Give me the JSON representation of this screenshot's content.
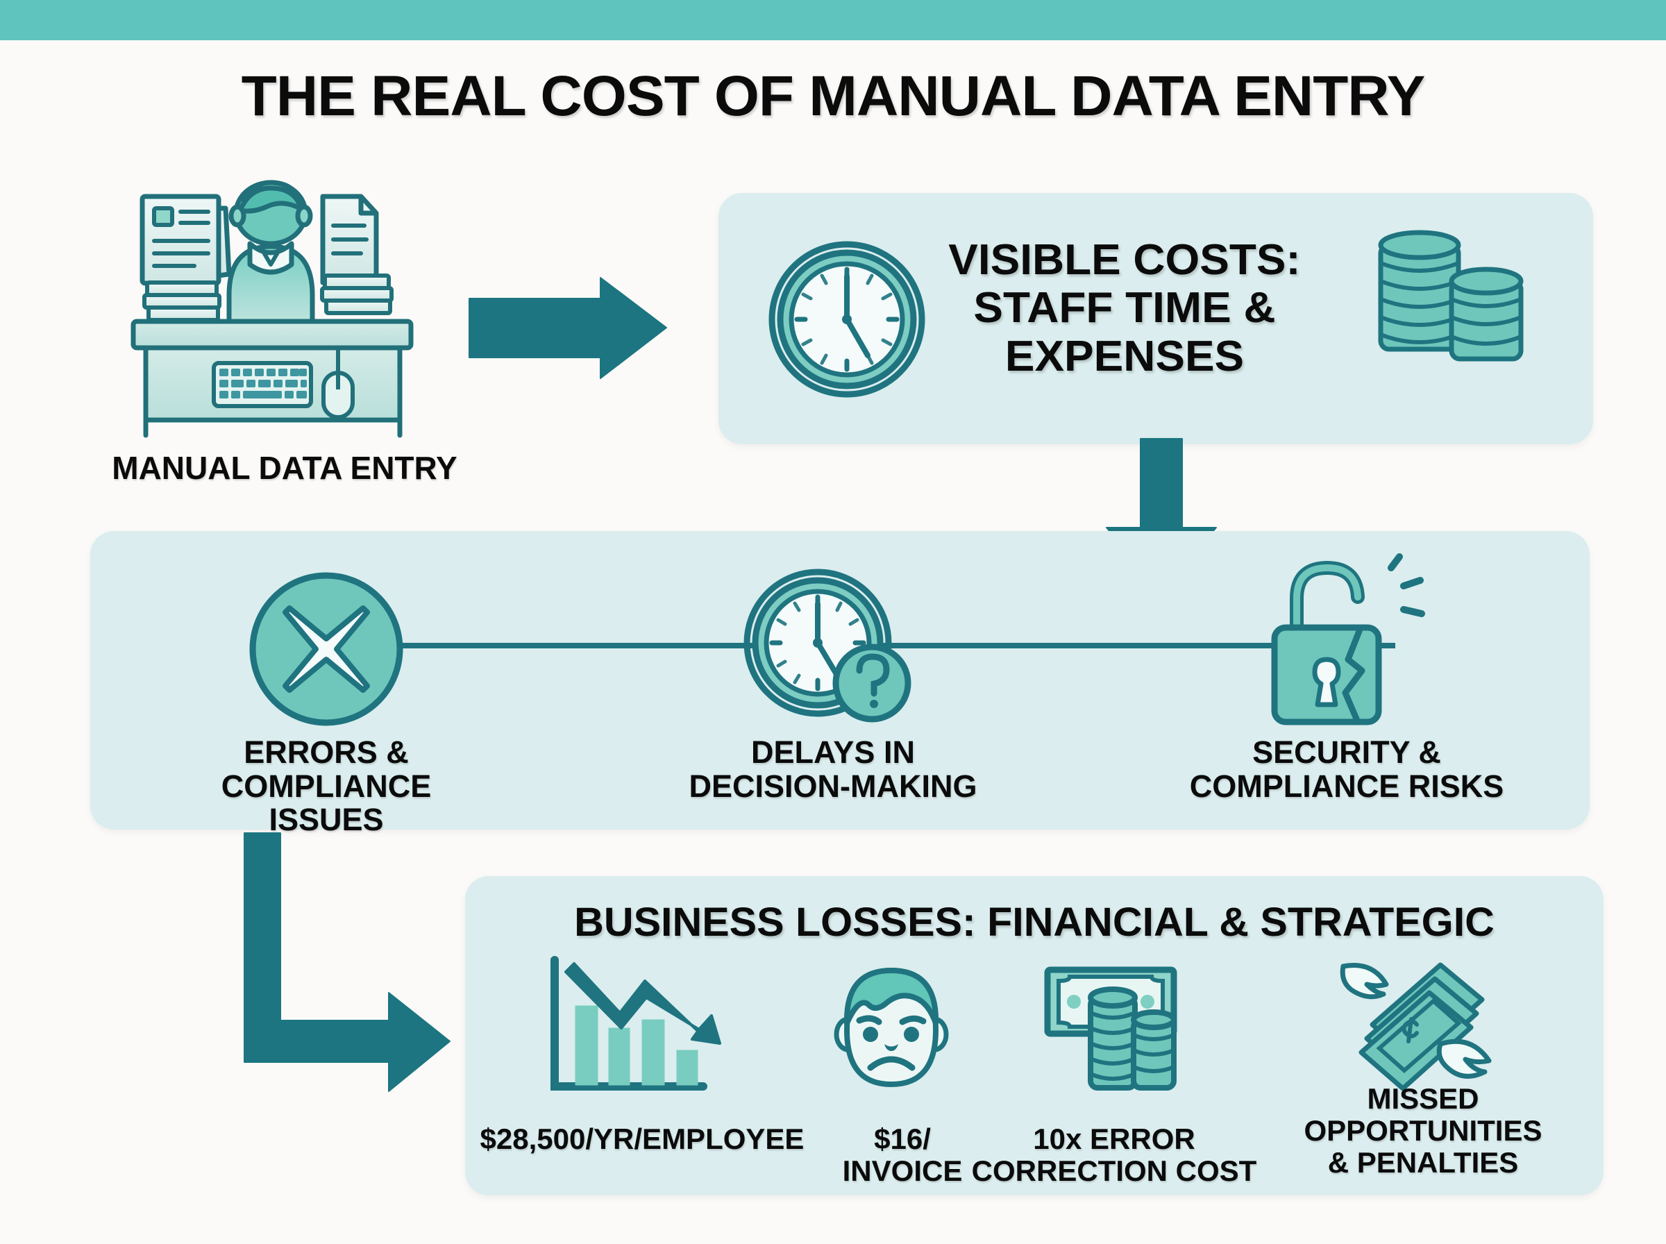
{
  "page": {
    "title": "THE REAL COST OF MANUAL DATA ENTRY",
    "banner_color": "#5ec4bd",
    "card_color": "#dbedee",
    "accent_dark": "#16707a",
    "accent_mid": "#59bdb0",
    "background": "#fbfaf8"
  },
  "source_node": {
    "icon": "desk-worker-icon",
    "label": "MANUAL DATA ENTRY"
  },
  "visible_costs_box": {
    "icons": [
      "clock-icon",
      "coin-stack-icon"
    ],
    "line1": "VISIBLE COSTS:",
    "line2": "STAFF TIME &",
    "line3": "EXPENSES"
  },
  "middle_band": {
    "nodes": [
      {
        "icon": "x-circle-icon",
        "line1": "ERRORS &",
        "line2": "COMPLIANCE ISSUES"
      },
      {
        "icon": "clock-question-icon",
        "line1": "DELAYS IN",
        "line2": "DECISION-MAKING"
      },
      {
        "icon": "broken-padlock-icon",
        "line1": "SECURITY &",
        "line2": "COMPLIANCE RISKS"
      }
    ]
  },
  "business_losses_box": {
    "heading": "BUSINESS LOSSES: FINANCIAL & STRATEGIC",
    "stats": [
      {
        "icon": "declining-bar-chart-icon",
        "line1": "$28,500/YR/EMPLOYEE",
        "line2": "",
        "line3": ""
      },
      {
        "icon": "angry-face-icon",
        "line1": "$16/",
        "line2": "INVOICE",
        "line3": ""
      },
      {
        "icon": "cash-coins-icon",
        "line1": "10x ERROR",
        "line2": "CORRECTION COST",
        "line3": ""
      },
      {
        "icon": "flying-money-icon",
        "line1": "MISSED",
        "line2": "OPPORTUNITIES",
        "line3": "& PENALTIES"
      }
    ]
  },
  "connectors": [
    {
      "name": "arrow-source-to-visible-costs",
      "direction": "right"
    },
    {
      "name": "arrow-visible-costs-to-middle-band",
      "direction": "down"
    },
    {
      "name": "arrow-errors-to-business-losses",
      "direction": "elbow-down-right"
    }
  ]
}
